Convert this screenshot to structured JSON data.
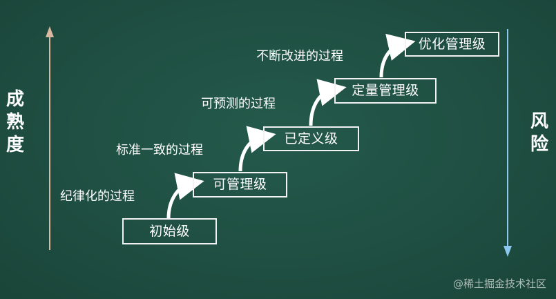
{
  "levels": [
    {
      "label": "初始级"
    },
    {
      "label": "可管理级"
    },
    {
      "label": "已定义级"
    },
    {
      "label": "定量管理级"
    },
    {
      "label": "优化管理级"
    }
  ],
  "processes": [
    {
      "label": "纪律化的过程"
    },
    {
      "label": "标准一致的过程"
    },
    {
      "label": "可预测的过程"
    },
    {
      "label": "不断改进的过程"
    }
  ],
  "axes": {
    "left_label": "成熟度",
    "right_label": "风险"
  },
  "watermark": "@稀土掘金技术社区",
  "colors": {
    "background": "#1f4f42",
    "maturity_arrow": "#d9b9a3",
    "risk_arrow": "#8ec8ee",
    "box_border": "#f2f2f2"
  }
}
